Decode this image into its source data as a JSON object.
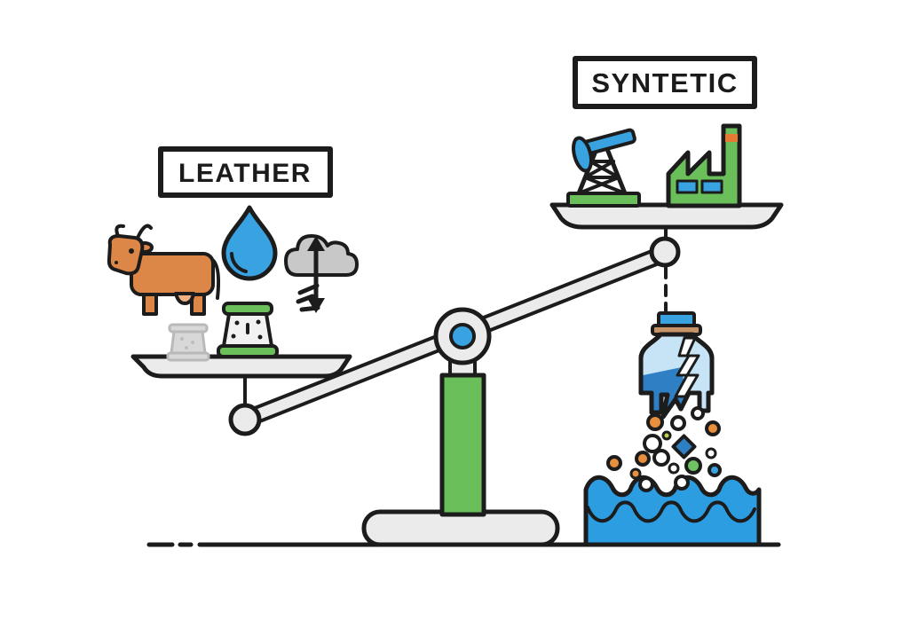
{
  "title": "Leather vs synthetic material environmental impact balance illustration",
  "labels": {
    "leather": "LEATHER",
    "synthetic": "SYNTETIC"
  },
  "scene": {
    "left_side": {
      "label": "LEATHER",
      "pan_position": "lower (heavier)",
      "items": [
        "cow",
        "water-drop",
        "evaporation-cloud-with-arrow",
        "faded-thread-spool",
        "tanning-drum"
      ]
    },
    "right_side": {
      "label": "SYNTETIC",
      "pan_position": "higher (lighter)",
      "items": [
        "oil-pumpjack",
        "factory",
        "cracked-plastic-bottle",
        "falling-microplastic-particles",
        "polluted-water-tank"
      ]
    },
    "center": {
      "items": [
        "balance-beam",
        "pivot",
        "green-column",
        "gray-base",
        "ground-line"
      ]
    }
  },
  "colors": {
    "bg": "#ffffff",
    "outline": "#1c1c1c",
    "green": "#6abf5b",
    "blue": "#39a3e2",
    "dark_blue": "#2e7fc4",
    "light_blue": "#c6e4f6",
    "water_blue": "#2d9de2",
    "pan_gray": "#ebebeb",
    "cloud_gray": "#c8c8c8",
    "spool_gray": "#d8d8d8",
    "cow_orange": "#dc8647",
    "udder_pink": "#f0b184",
    "particle_orange": "#e88f3e",
    "particle_green": "#6fc363",
    "particle_lime": "#bcd44d",
    "chimney_orange": "#e77a33",
    "cork_brown": "#c79368",
    "white": "#ffffff"
  }
}
